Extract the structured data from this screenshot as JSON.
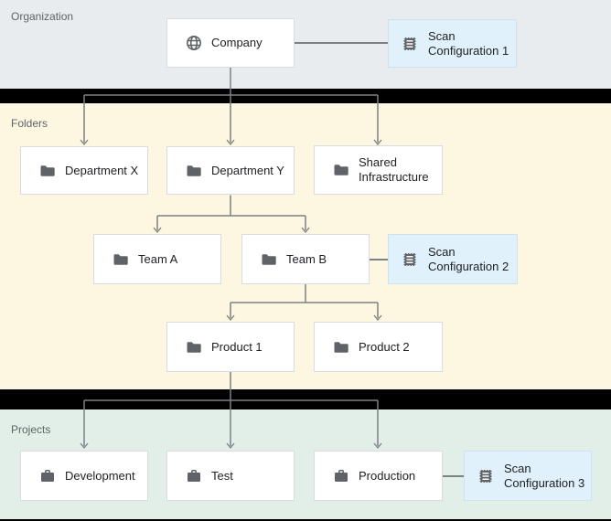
{
  "bands": {
    "organization": {
      "label": "Organization"
    },
    "folders": {
      "label": "Folders"
    },
    "projects": {
      "label": "Projects"
    }
  },
  "nodes": {
    "company": {
      "label": "Company",
      "icon": "globe-icon"
    },
    "department_x": {
      "label": "Department X",
      "icon": "folder-icon"
    },
    "department_y": {
      "label": "Department Y",
      "icon": "folder-icon"
    },
    "shared_infrastructure": {
      "label": "Shared Infrastructure",
      "icon": "folder-icon"
    },
    "team_a": {
      "label": "Team A",
      "icon": "folder-icon"
    },
    "team_b": {
      "label": "Team B",
      "icon": "folder-icon"
    },
    "product_1": {
      "label": "Product 1",
      "icon": "folder-icon"
    },
    "product_2": {
      "label": "Product 2",
      "icon": "folder-icon"
    },
    "development": {
      "label": "Development",
      "icon": "briefcase-icon"
    },
    "test": {
      "label": "Test",
      "icon": "briefcase-icon"
    },
    "production": {
      "label": "Production",
      "icon": "briefcase-icon"
    },
    "scan_configuration_1": {
      "label": "Scan Configuration 1",
      "icon": "scan-config-icon"
    },
    "scan_configuration_2": {
      "label": "Scan Configuration 2",
      "icon": "scan-config-icon"
    },
    "scan_configuration_3": {
      "label": "Scan Configuration 3",
      "icon": "scan-config-icon"
    }
  },
  "colors": {
    "org_band": "#e8ecef",
    "folders_band": "#fdf7e1",
    "projects_band": "#e1efe8",
    "separator": "#000000",
    "node_bg": "#ffffff",
    "node_border": "#d9dbde",
    "scan_bg": "#e0f1fb",
    "scan_border": "#cfe1ee",
    "connector": "#7d8084",
    "icon": "#5f6368",
    "node_text": "#202124",
    "band_label_text": "#5f6368"
  }
}
